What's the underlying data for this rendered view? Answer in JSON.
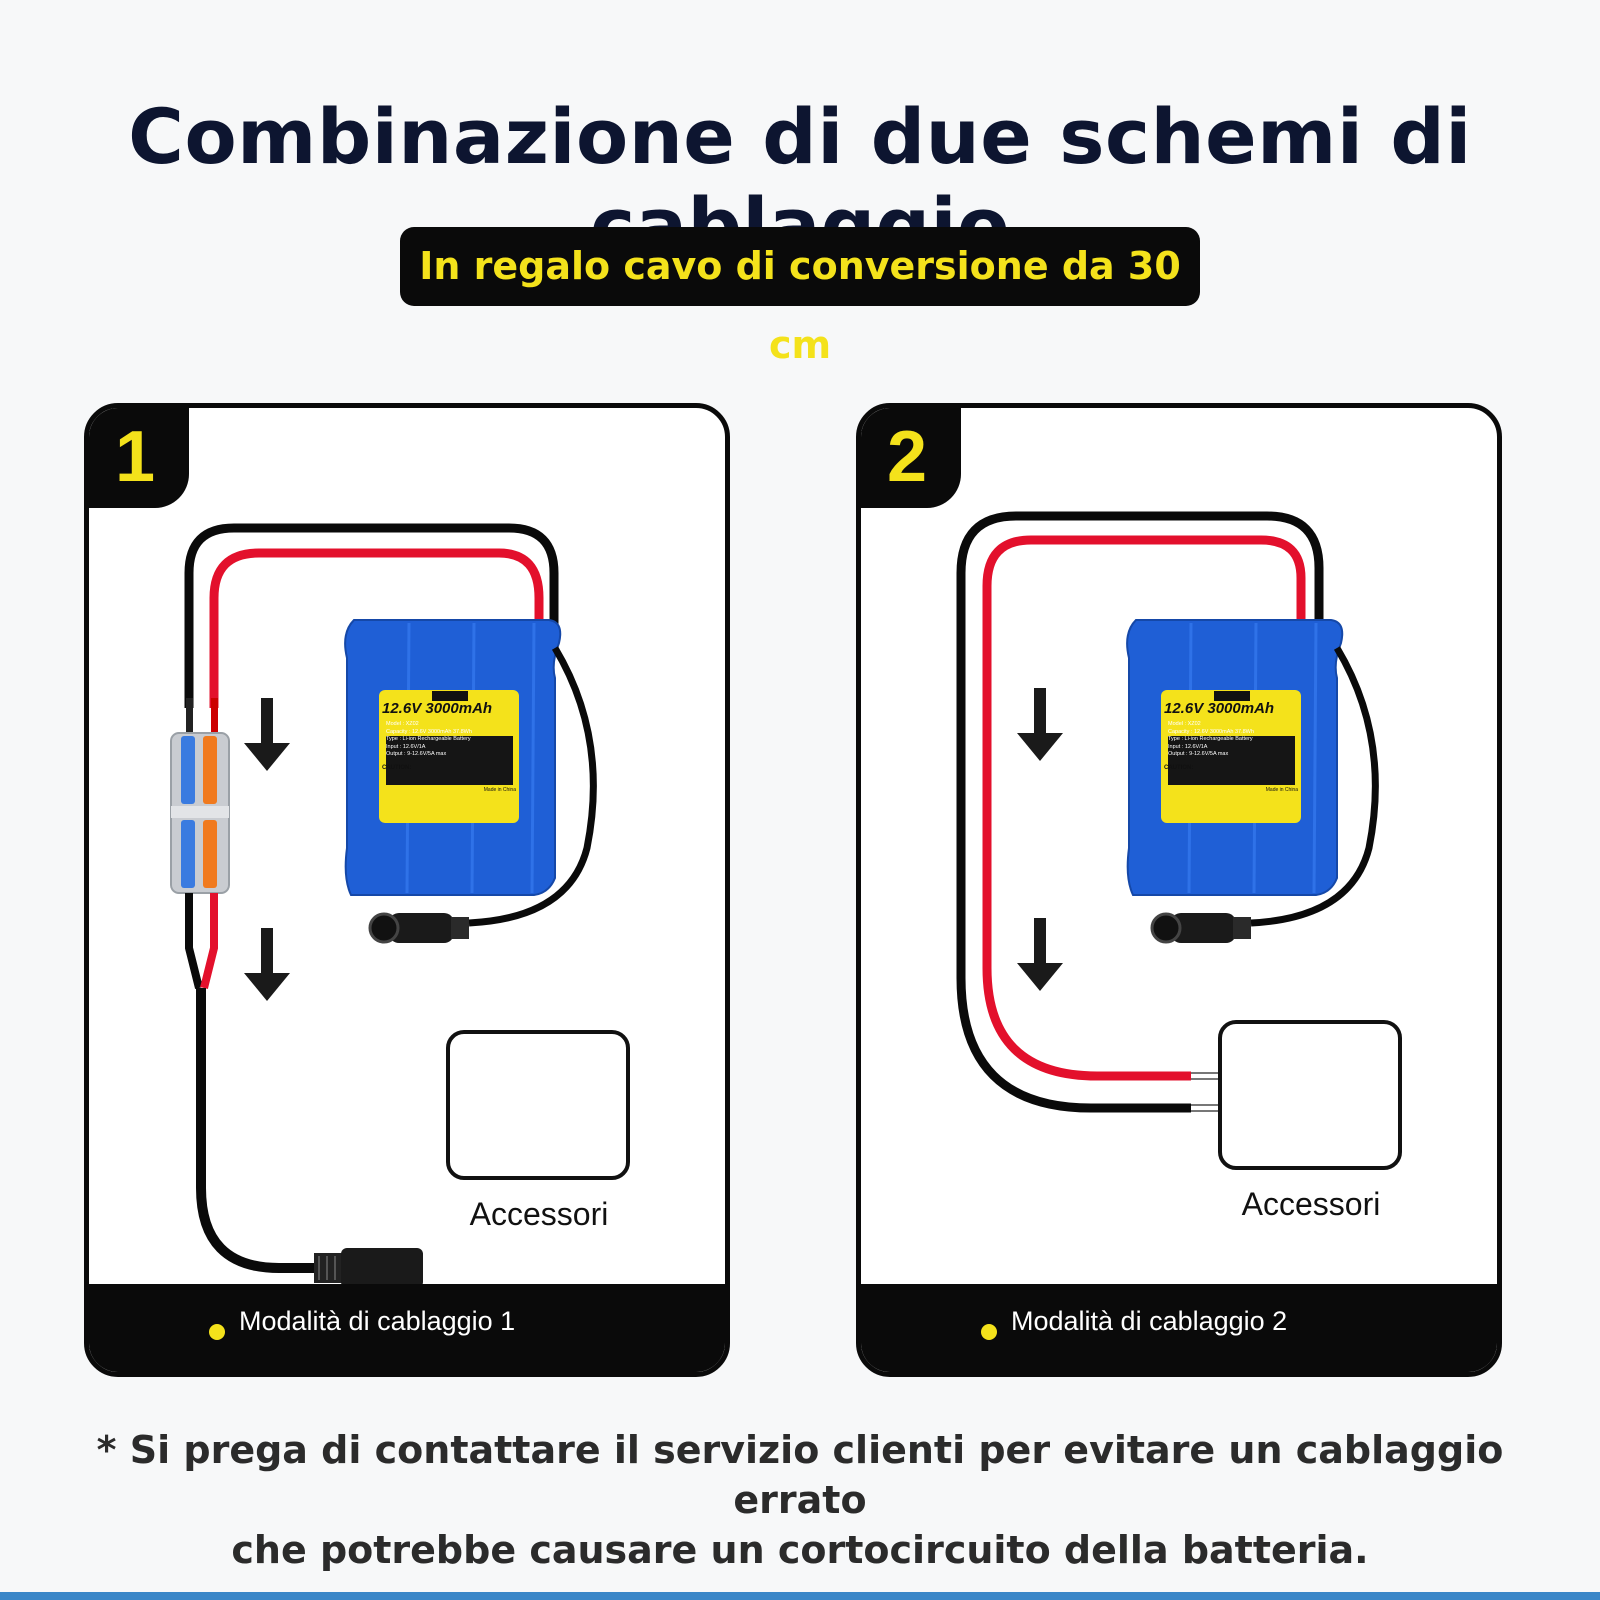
{
  "header": {
    "title": "Combinazione di due schemi di cablaggio",
    "gift_banner": "In regalo cavo di conversione da 30 cm"
  },
  "panels": [
    {
      "number": "1",
      "footer_label": "Modalità di cablaggio 1",
      "accessory_label": "Accessori",
      "battery": {
        "title": "12.6V 3000mAh",
        "model": "Model   :  XZ02",
        "capacity": "Capacity :  12.6V 3000mAh 37.8Wh",
        "type": "Type     :  Li-ion Rechargeable Battery",
        "input": "Input    :  12.6V/1A",
        "output": "Output   :  9-12.6V/5A max",
        "caution": "CAUTION:",
        "made_in": "Made in China"
      }
    },
    {
      "number": "2",
      "footer_label": "Modalità di cablaggio 2",
      "accessory_label": "Accessori",
      "battery": {
        "title": "12.6V 3000mAh",
        "model": "Model   :  XZ02",
        "capacity": "Capacity :  12.6V 3000mAh 37.8Wh",
        "type": "Type     :  Li-ion Rechargeable Battery",
        "input": "Input    :  12.6V/1A",
        "output": "Output   :  9-12.6V/5A max",
        "caution": "CAUTION:",
        "made_in": "Made in China"
      }
    }
  ],
  "footnote": {
    "line1": "* Si prega di contattare il servizio clienti per evitare un cablaggio errato",
    "line2": "che potrebbe causare un cortocircuito della batteria."
  },
  "colors": {
    "accent_yellow": "#f4e21b",
    "battery_blue": "#1f5fd6",
    "wire_red": "#e3102c",
    "wire_black": "#0a0a0a",
    "connector_orange": "#f07a1e",
    "connector_blue": "#3a7be0",
    "bottom_strip": "#3a86c8"
  }
}
